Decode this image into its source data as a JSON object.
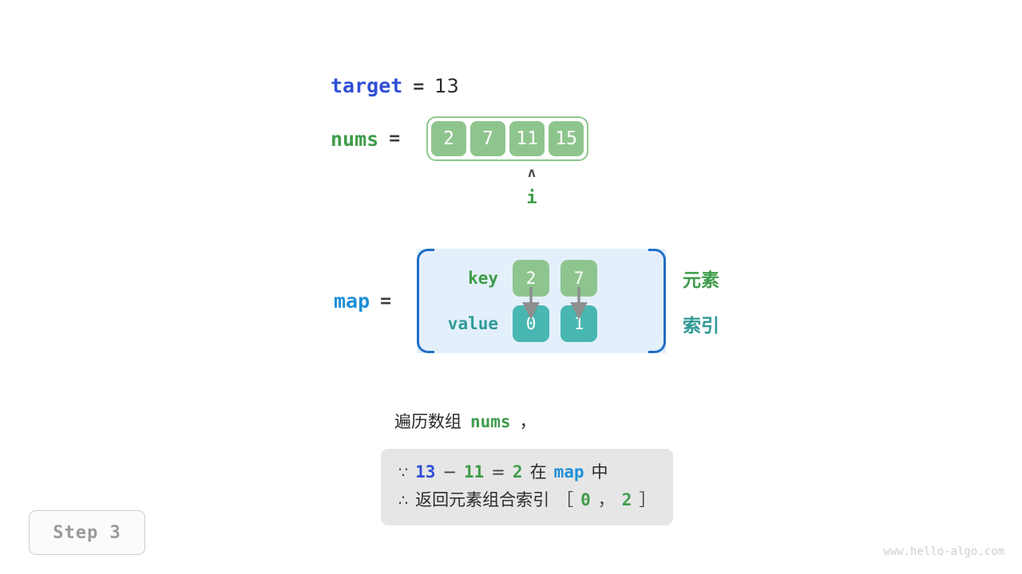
{
  "target": {
    "name": "target",
    "equals": "=",
    "value": "13"
  },
  "nums": {
    "name": "nums",
    "equals": "=",
    "cells": [
      "2",
      "7",
      "11",
      "15"
    ]
  },
  "pointer": {
    "caret": "ʌ",
    "label": "i"
  },
  "map": {
    "name": "map",
    "equals": "=",
    "key_label": "key",
    "value_label": "value",
    "keys": [
      "2",
      "7"
    ],
    "values": [
      "0",
      "1"
    ],
    "side_labels": {
      "element": "元素",
      "index": "索引"
    }
  },
  "caption": {
    "prefix": "遍历数组",
    "keyword": "nums",
    "suffix": "，"
  },
  "note": {
    "line1": {
      "symbol": "∵",
      "a": "13",
      "minus": "−",
      "b": "11",
      "eq": "=",
      "c": "2",
      "zai": "在",
      "map": "map",
      "zhong": "中"
    },
    "line2": {
      "symbol": "∴",
      "text": "返回元素组合索引",
      "bracket_open": "［",
      "i0": "0",
      "comma": "，",
      "i1": "2",
      "bracket_close": "］"
    }
  },
  "step_badge": "Step 3",
  "footer": "www.hello-algo.com",
  "colors": {
    "green": "#3f9c4a",
    "cell_green": "#8ec58e",
    "teal": "#48b7b2",
    "teal_text": "#2f9a96",
    "blue_dark": "#2f4fd4",
    "blue_light": "#1f8fd8",
    "map_fill": "#e3f0fb",
    "map_border": "#1f6fc4",
    "note_bg": "#e6e6e6",
    "badge_text": "#9a9a9a",
    "footer_text": "#cfcfcf"
  }
}
